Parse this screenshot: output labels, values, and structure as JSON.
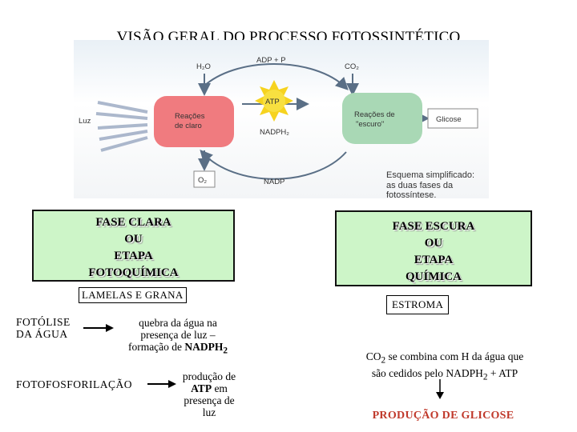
{
  "title": "VISÃO GERAL DO PROCESSO FOTOSSINTÉTICO",
  "figure": {
    "h2o": "H₂O",
    "adp_p": "ADP + P",
    "co2": "CO₂",
    "luz": "Luz",
    "atp": "ATP",
    "nadph2": "NADPH₂",
    "nadp": "NADP",
    "o2": "O₂",
    "light_reactions": [
      "Reações",
      "de claro"
    ],
    "dark_reactions": [
      "Reações de",
      "\"escuro\""
    ],
    "glicose": "Glicose",
    "caption": [
      "Esquema simplificado:",
      "as duas fases da",
      "fotossíntese."
    ],
    "colors": {
      "light_node": "#f07b7f",
      "dark_node": "#a9d8b5",
      "sun": "#f6d31f",
      "arrow": "#5a6f86"
    }
  },
  "fase_clara": [
    "FASE CLARA",
    "OU",
    "ETAPA",
    "FOTOQUÍMICA"
  ],
  "fase_escura": [
    "FASE ESCURA",
    "OU",
    "ETAPA",
    "QUÍMICA"
  ],
  "lamelas": "LAMELAS E GRANA",
  "estroma": "ESTROMA",
  "fotolise": [
    "FOTÓLISE",
    "DA ÁGUA"
  ],
  "quebra": [
    "quebra da água na",
    "presença de luz –",
    "formação de "
  ],
  "quebra_bold": "NADPH",
  "quebra_sub": "2",
  "fotofosforilacao": "FOTOFOSFORILAÇÃO",
  "producao_atp": [
    "produção de",
    "ATP",
    " em",
    "presença de",
    "luz"
  ],
  "co2_text": {
    "a": "CO",
    "a_sub": "2",
    "b": " se combina com H da água que",
    "c": "são cedidos pelo NADPH",
    "c_sub": "2",
    "d": " + ATP"
  },
  "glicose_final": "PRODUÇÃO DE GLICOSE",
  "colors": {
    "phase_fill": "#cdf5c8",
    "result_red": "#c0392b"
  }
}
